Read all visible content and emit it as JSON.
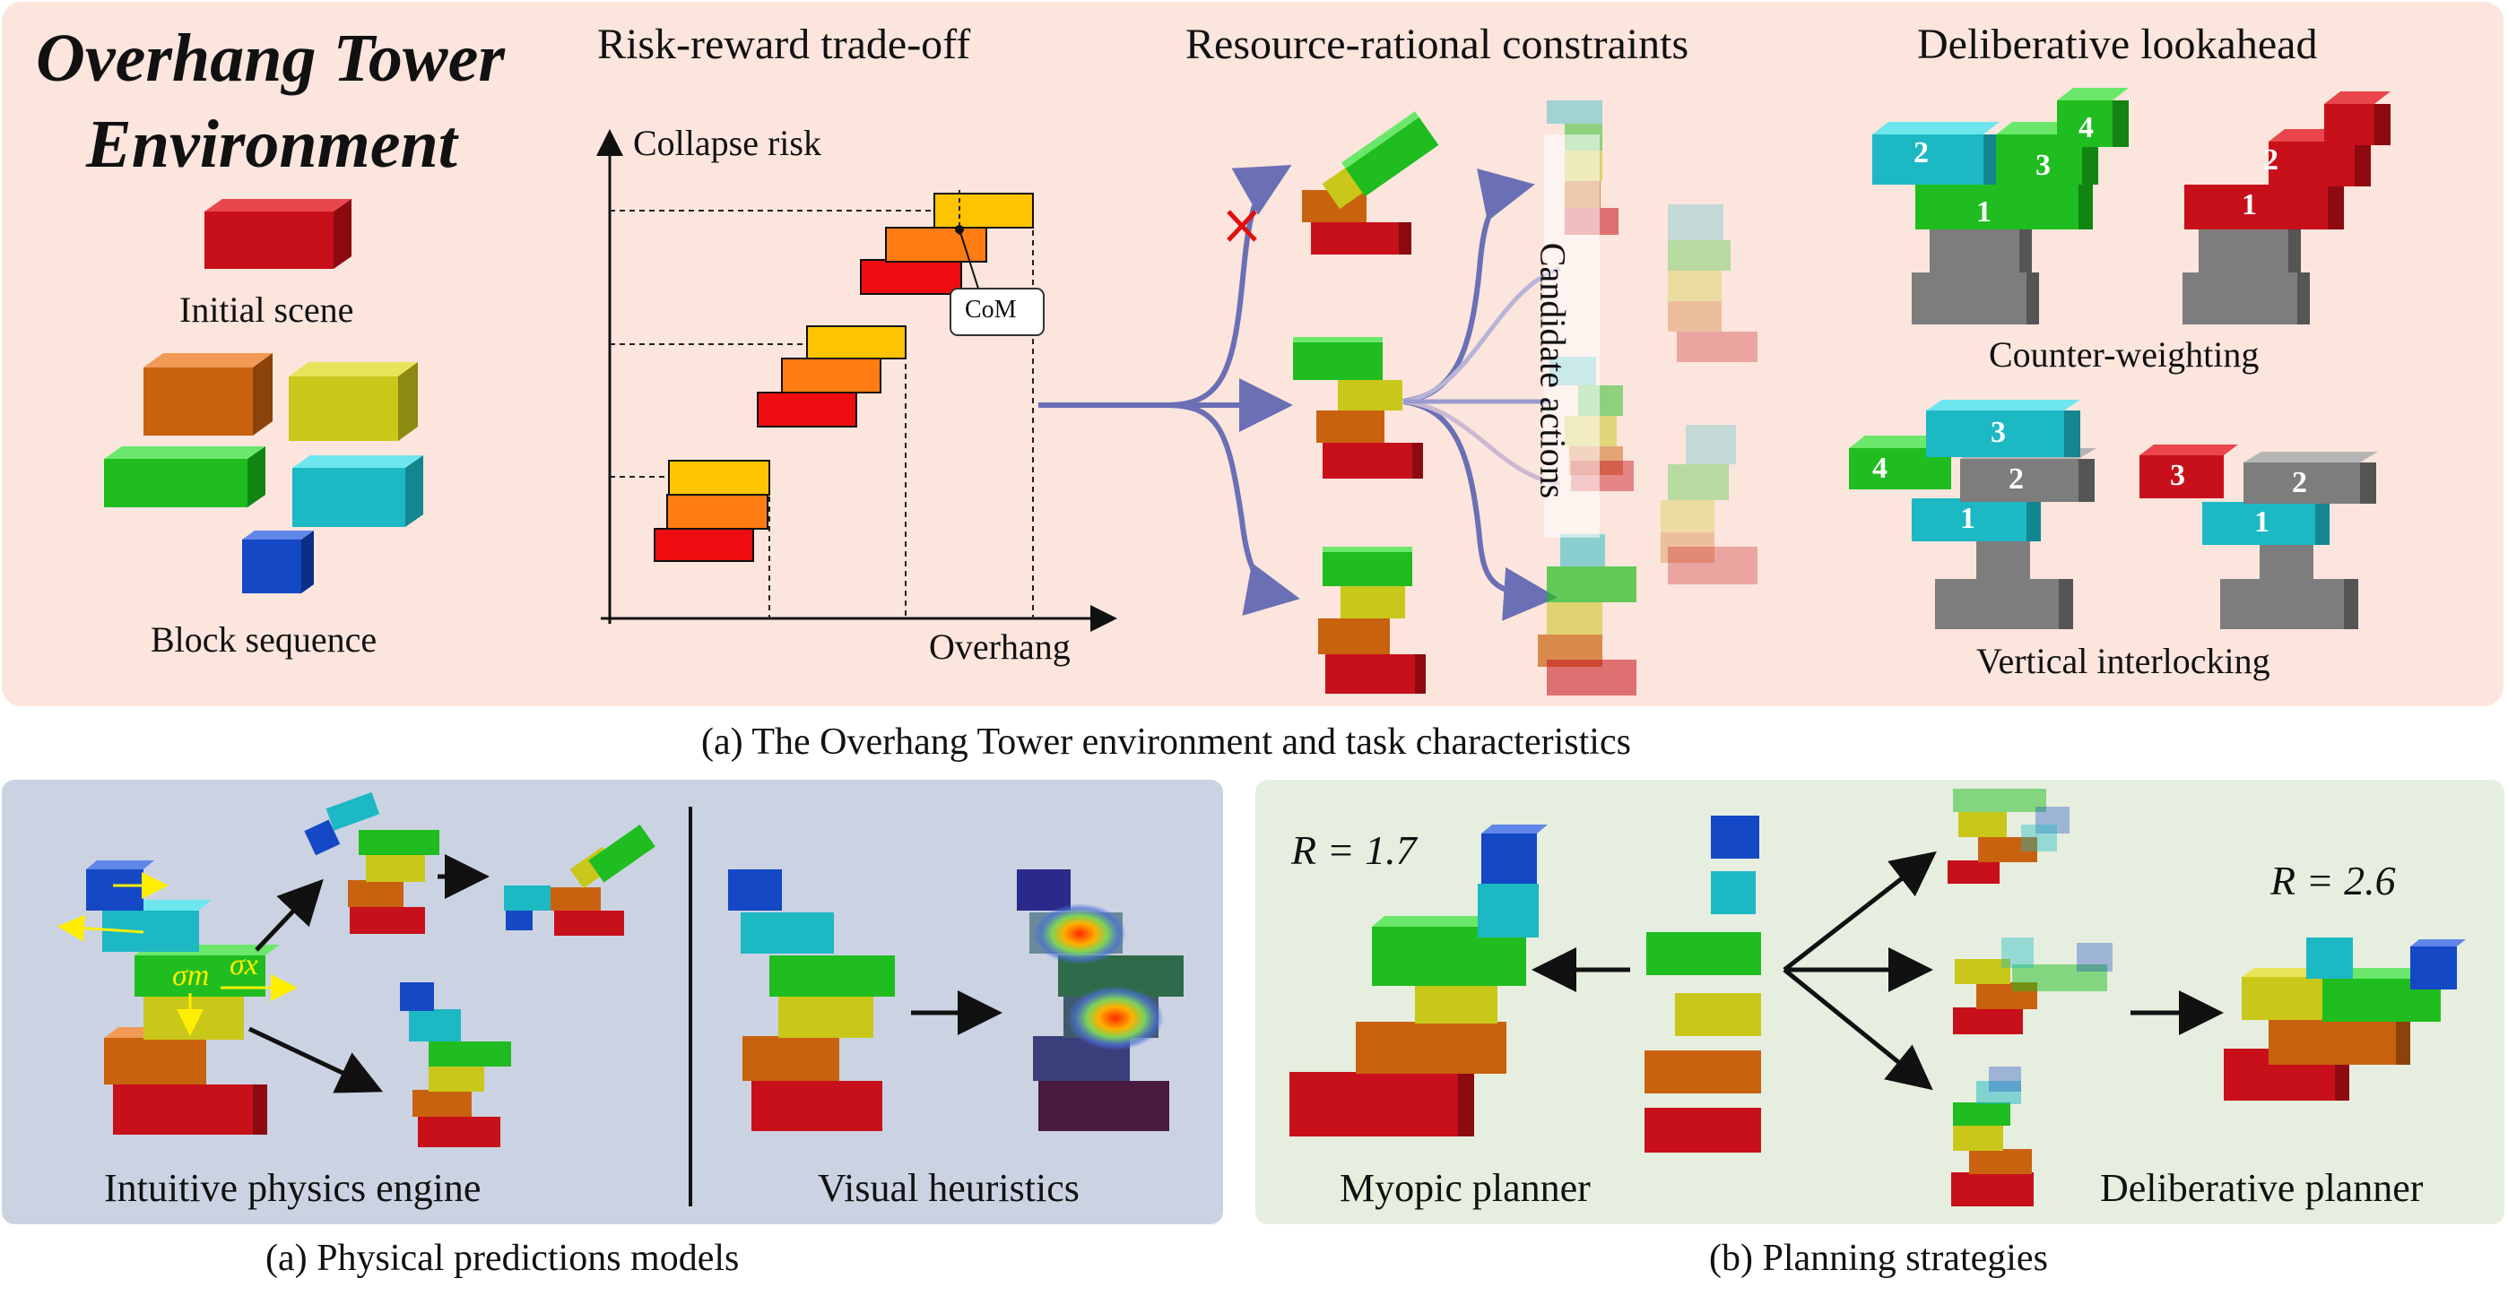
{
  "top": {
    "main_title_line1": "Overhang Tower",
    "main_title_line2": "Environment",
    "initial_scene": "Initial scene",
    "block_sequence": "Block sequence",
    "risk_title": "Risk-reward trade-off",
    "y_axis": "Collapse risk",
    "x_axis": "Overhang",
    "com": "CoM",
    "resource_title": "Resource-rational constraints",
    "candidate_actions": "Candidate actions",
    "lookahead_title": "Deliberative lookahead",
    "counter_weighting": "Counter-weighting",
    "vertical_interlocking": "Vertical interlocking",
    "caption": "(a) The Overhang Tower environment and task characteristics"
  },
  "numbers": {
    "n1": "1",
    "n2": "2",
    "n3": "3",
    "n4": "4"
  },
  "bottom_left": {
    "physics_engine": "Intuitive physics engine",
    "visual_heuristics": "Visual heuristics",
    "sigma_m": "σm",
    "sigma_x": "σx",
    "caption": "(a) Physical predictions models"
  },
  "bottom_right": {
    "r_myopic": "R = 1.7",
    "r_deliberative": "R = 2.6",
    "myopic": "Myopic planner",
    "deliberative": "Deliberative planner",
    "caption": "(b) Planning strategies"
  },
  "colors": {
    "top_panel": "#fbe5dc",
    "left_panel": "#cbd3e3",
    "right_panel": "#e6efdf",
    "arrow": "#6b6fb5",
    "red": "#d40f1a",
    "orange": "#d9640f",
    "yellow": "#c9c71a",
    "green": "#1fbd1f",
    "cyan": "#1cb8c4",
    "blue": "#1448c4",
    "gray": "#7d7d7d"
  }
}
